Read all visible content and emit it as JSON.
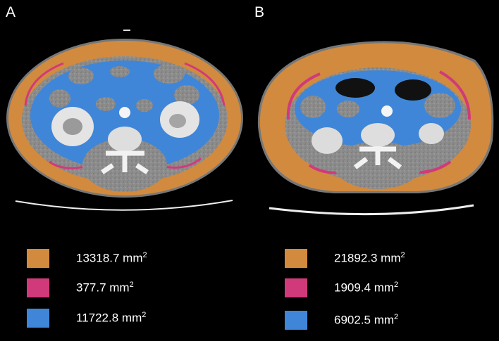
{
  "panels": [
    {
      "label": "A",
      "legend": [
        {
          "value": "13318.7 mm",
          "exp": "2",
          "color": "#d28a3e"
        },
        {
          "value": "377.7 mm",
          "exp": "2",
          "color": "#d13a7a"
        },
        {
          "value": "11722.8 mm",
          "exp": "2",
          "color": "#3f86d8"
        }
      ]
    },
    {
      "label": "B",
      "legend": [
        {
          "value": "21892.3 mm",
          "exp": "2",
          "color": "#d28a3e"
        },
        {
          "value": "1909.4 mm",
          "exp": "2",
          "color": "#d13a7a"
        },
        {
          "value": "6902.5 mm",
          "exp": "2",
          "color": "#3f86d8"
        }
      ]
    }
  ],
  "colors": {
    "subcutaneous_fat": "#d28a3e",
    "intramuscular_fat": "#d13a7a",
    "visceral_fat": "#3f86d8",
    "tissue_gray": "#8a8a8a",
    "bone": "#f2f2f2"
  }
}
